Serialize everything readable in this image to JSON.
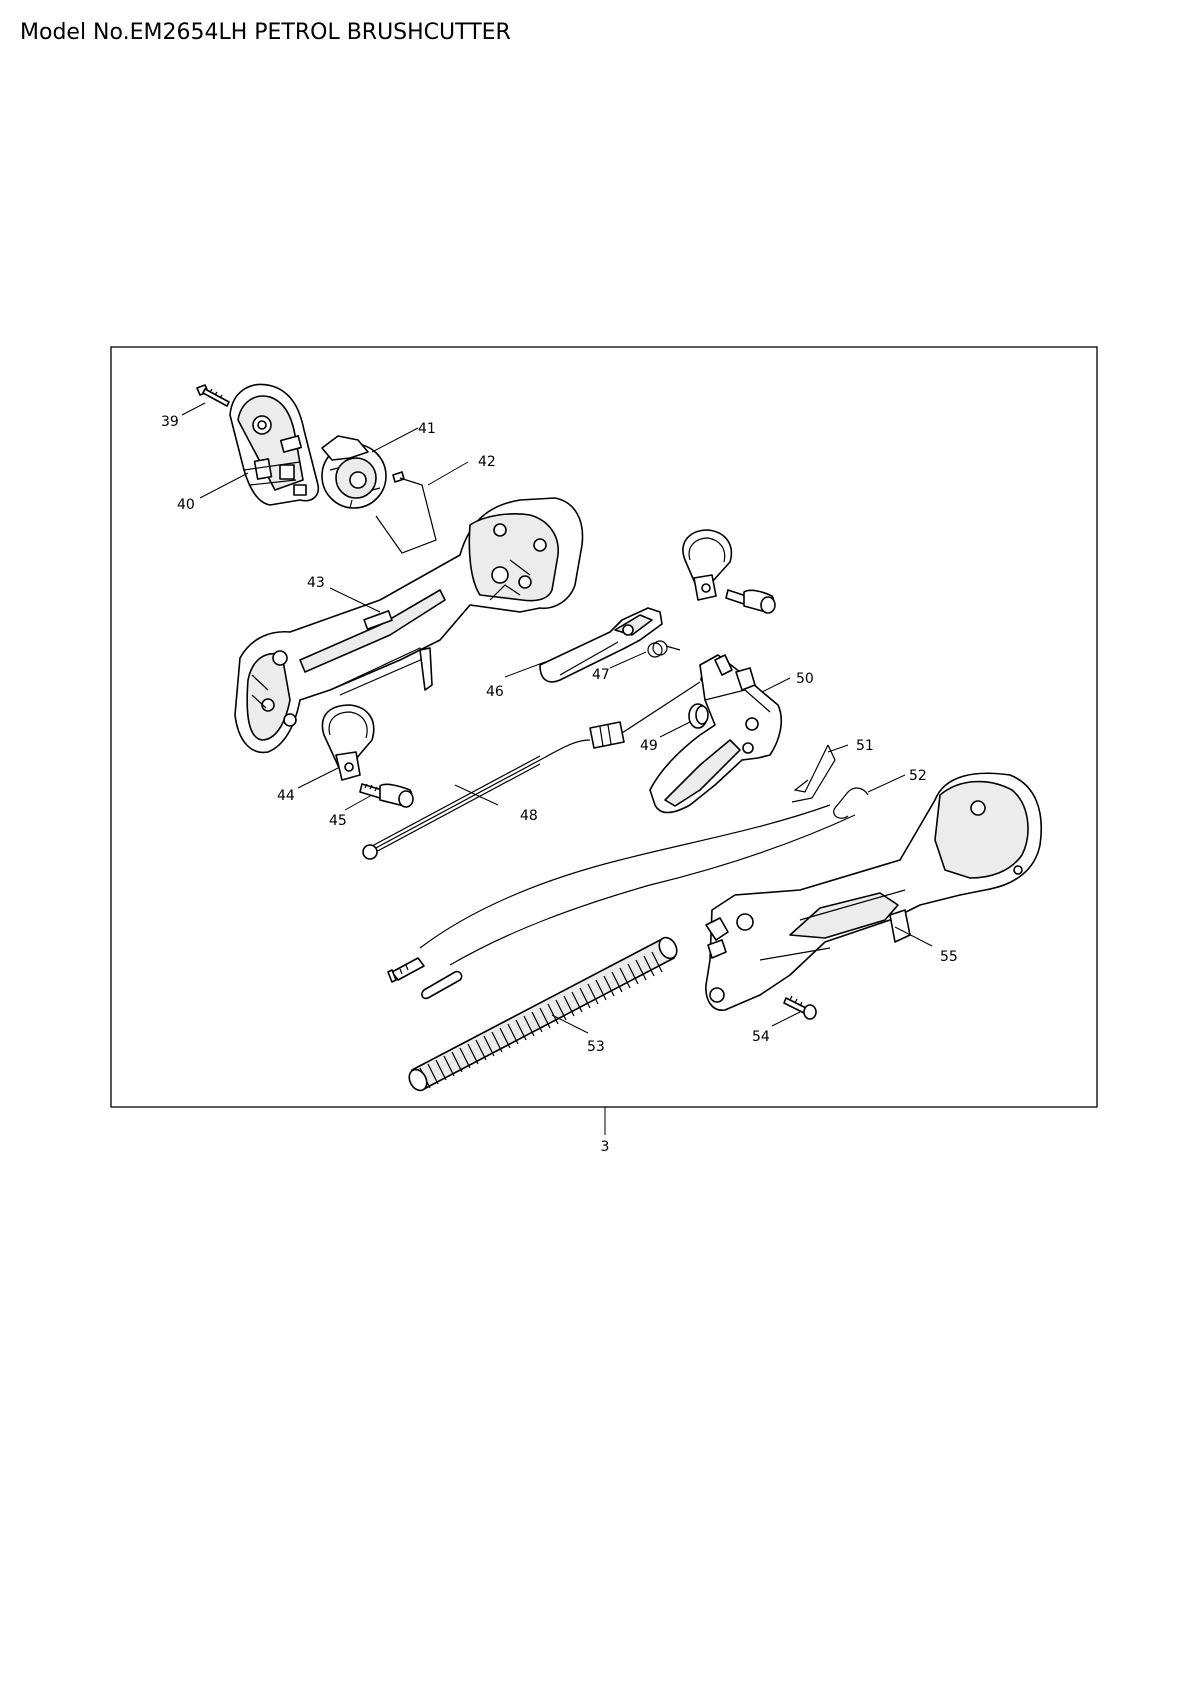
{
  "page": {
    "title": "Model No.EM2654LH PETROL BRUSHCUTTER"
  },
  "diagram": {
    "assembly_ref": "3",
    "parts": [
      {
        "id": "p39",
        "label": "39"
      },
      {
        "id": "p40",
        "label": "40"
      },
      {
        "id": "p41",
        "label": "41"
      },
      {
        "id": "p42",
        "label": "42"
      },
      {
        "id": "p43",
        "label": "43"
      },
      {
        "id": "p44",
        "label": "44"
      },
      {
        "id": "p45",
        "label": "45"
      },
      {
        "id": "p46",
        "label": "46"
      },
      {
        "id": "p47",
        "label": "47"
      },
      {
        "id": "p48",
        "label": "48"
      },
      {
        "id": "p49",
        "label": "49"
      },
      {
        "id": "p50",
        "label": "50"
      },
      {
        "id": "p51",
        "label": "51"
      },
      {
        "id": "p52",
        "label": "52"
      },
      {
        "id": "p53",
        "label": "53"
      },
      {
        "id": "p54",
        "label": "54"
      },
      {
        "id": "p55",
        "label": "55"
      }
    ]
  }
}
